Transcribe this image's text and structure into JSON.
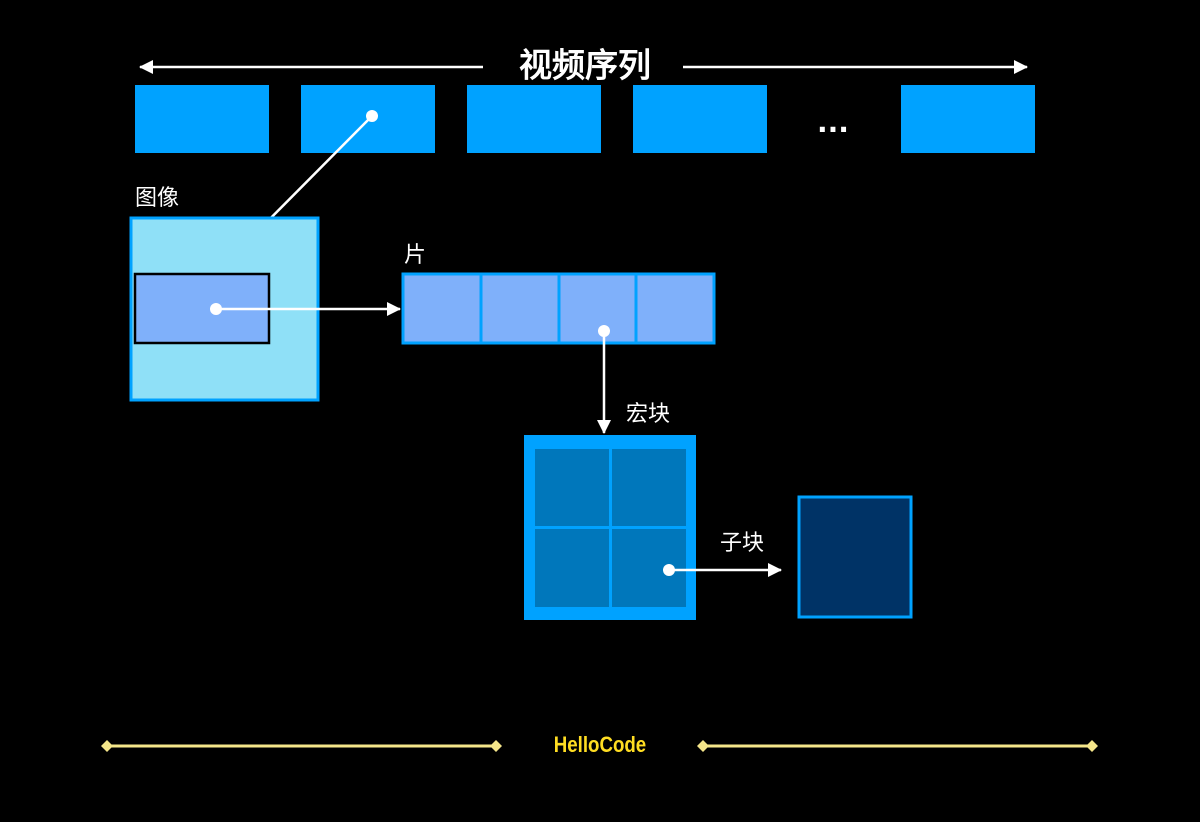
{
  "title": "视频序列",
  "ellipsis": "...",
  "labels": {
    "picture": "图像",
    "slice": "片",
    "macroblock": "宏块",
    "subblock": "子块"
  },
  "footer": {
    "brand": "HelloCode"
  },
  "colors": {
    "frame": "#00a2ff",
    "picture": "#8fe0f7",
    "slice_cell": "#7fb0fa",
    "macro_cell": "#0077bb",
    "subblock": "#003366",
    "footer_line": "#f5e68a",
    "brand": "#ffdd22"
  }
}
